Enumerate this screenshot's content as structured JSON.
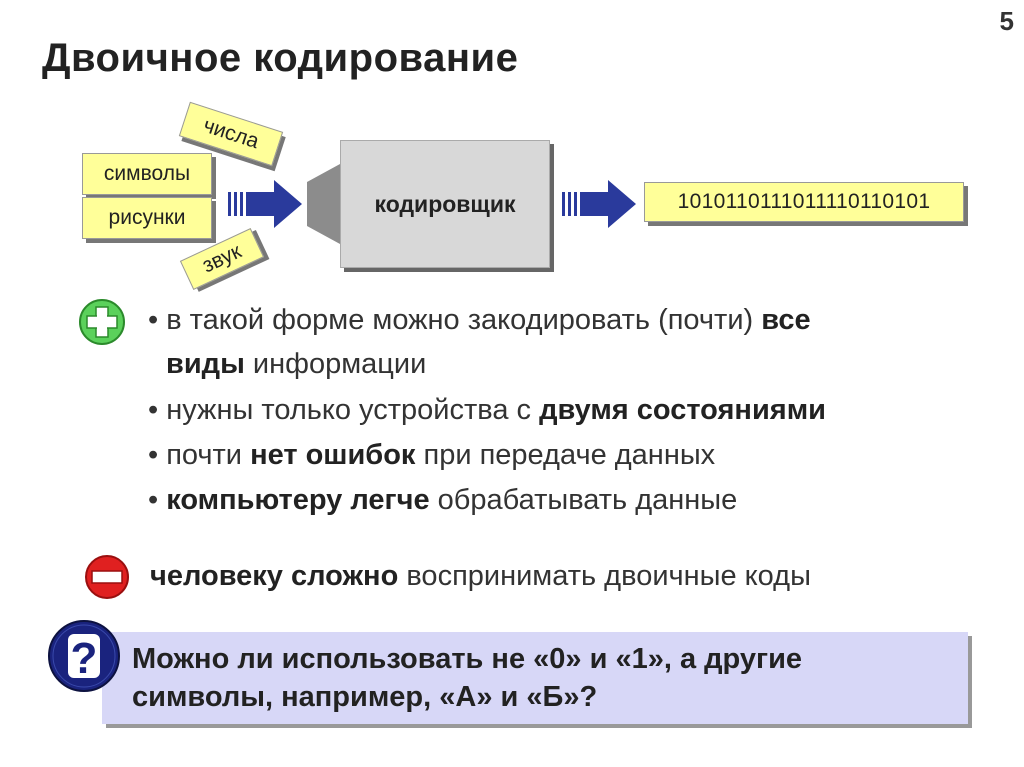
{
  "slide": {
    "number": "5",
    "title": "Двоичное кодирование"
  },
  "diagram": {
    "inputs": {
      "symbols": "символы",
      "pictures": "рисунки",
      "numbers": "числа",
      "sound": "звук"
    },
    "encoder_label": "кодировщик",
    "binary_output": "1010110111011110110101"
  },
  "pros": {
    "icon": "plus-icon",
    "bullets": [
      {
        "pre": "в такой форме можно закодировать (почти) ",
        "bold": "все",
        "post": ""
      },
      {
        "pre": "",
        "bold": "виды",
        "post": " информации"
      },
      {
        "pre": "нужны только устройства с ",
        "bold": "двумя состояниями",
        "post": ""
      },
      {
        "pre": "почти ",
        "bold": "нет ошибок",
        "post": " при передаче данных"
      },
      {
        "pre": "",
        "bold": "компьютеру легче",
        "post": " обрабатывать данные"
      }
    ]
  },
  "cons": {
    "icon": "minus-icon",
    "bold": "человеку сложно",
    "post": " воспринимать двоичные коды"
  },
  "question": {
    "icon": "question-icon",
    "line1": "Можно ли использовать не «0» и «1», а другие",
    "line2": "символы, например, «А» и «Б»?"
  },
  "colors": {
    "label_fill": "#ffff99",
    "encoder_fill": "#d8d8d8",
    "arrow_blue": "#2a3a9c",
    "plus_green": "#5bd15b",
    "minus_red": "#e02020",
    "question_navy": "#1a237e",
    "question_panel": "#d7d7f7"
  }
}
